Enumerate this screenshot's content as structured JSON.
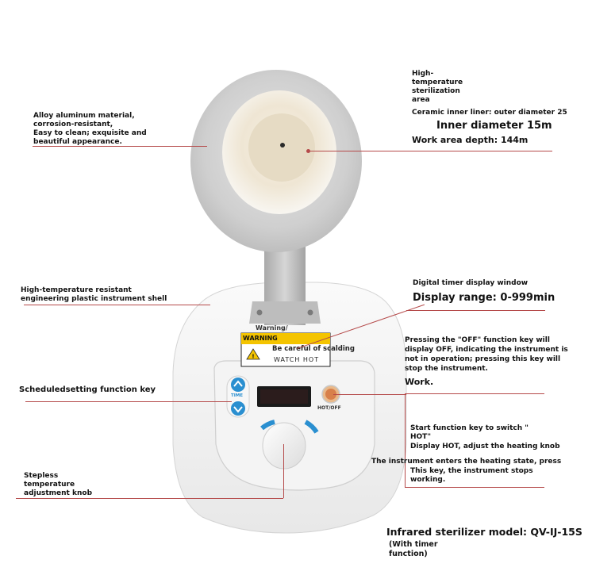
{
  "labels": {
    "alloy": [
      "Alloy aluminum material,",
      "corrosion-resistant,",
      "Easy to clean; exquisite and",
      "beautiful appearance."
    ],
    "sterilization_area": [
      "High-",
      "temperature",
      "sterilization",
      "area"
    ],
    "ceramic_liner": "Ceramic inner liner: outer diameter 25",
    "inner_diameter": "Inner diameter 15m",
    "work_depth": "Work area depth: 144m",
    "shell": [
      "High-temperature resistant",
      "engineering plastic instrument shell"
    ],
    "timer_window": "Digital timer display window",
    "display_range": "Display range: 0-999min",
    "off_key": [
      "Pressing the \"OFF\" function key will",
      "display OFF, indicating the instrument is",
      "not in operation; pressing this key will",
      "stop the instrument."
    ],
    "work": "Work.",
    "schedule_key": "Scheduledsetting function key",
    "start_key": [
      "Start function key to switch \"",
      "HOT\""
    ],
    "display_hot": "Display HOT, adjust the heating knob",
    "heating_state": "The instrument enters the heating state, press",
    "stop_working": [
      "This key, the instrument stops",
      "working."
    ],
    "knob": [
      "Stepless",
      "temperature",
      "adjustment knob"
    ],
    "model": "Infrared sterilizer model: QV-IJ-15S",
    "with_timer": [
      "(With timer",
      "function)"
    ]
  },
  "device": {
    "warning_top": "Warning/",
    "warning_main": "WARNING",
    "scalding": "Be careful of scalding",
    "watch_hot": "WATCH HOT",
    "time_label": "TIME",
    "hot_off_label": "HOT/OFF"
  },
  "colors": {
    "leader": "#b54a4a",
    "accent_blue": "#2a8fd0",
    "hot_button": "#d8804a"
  }
}
